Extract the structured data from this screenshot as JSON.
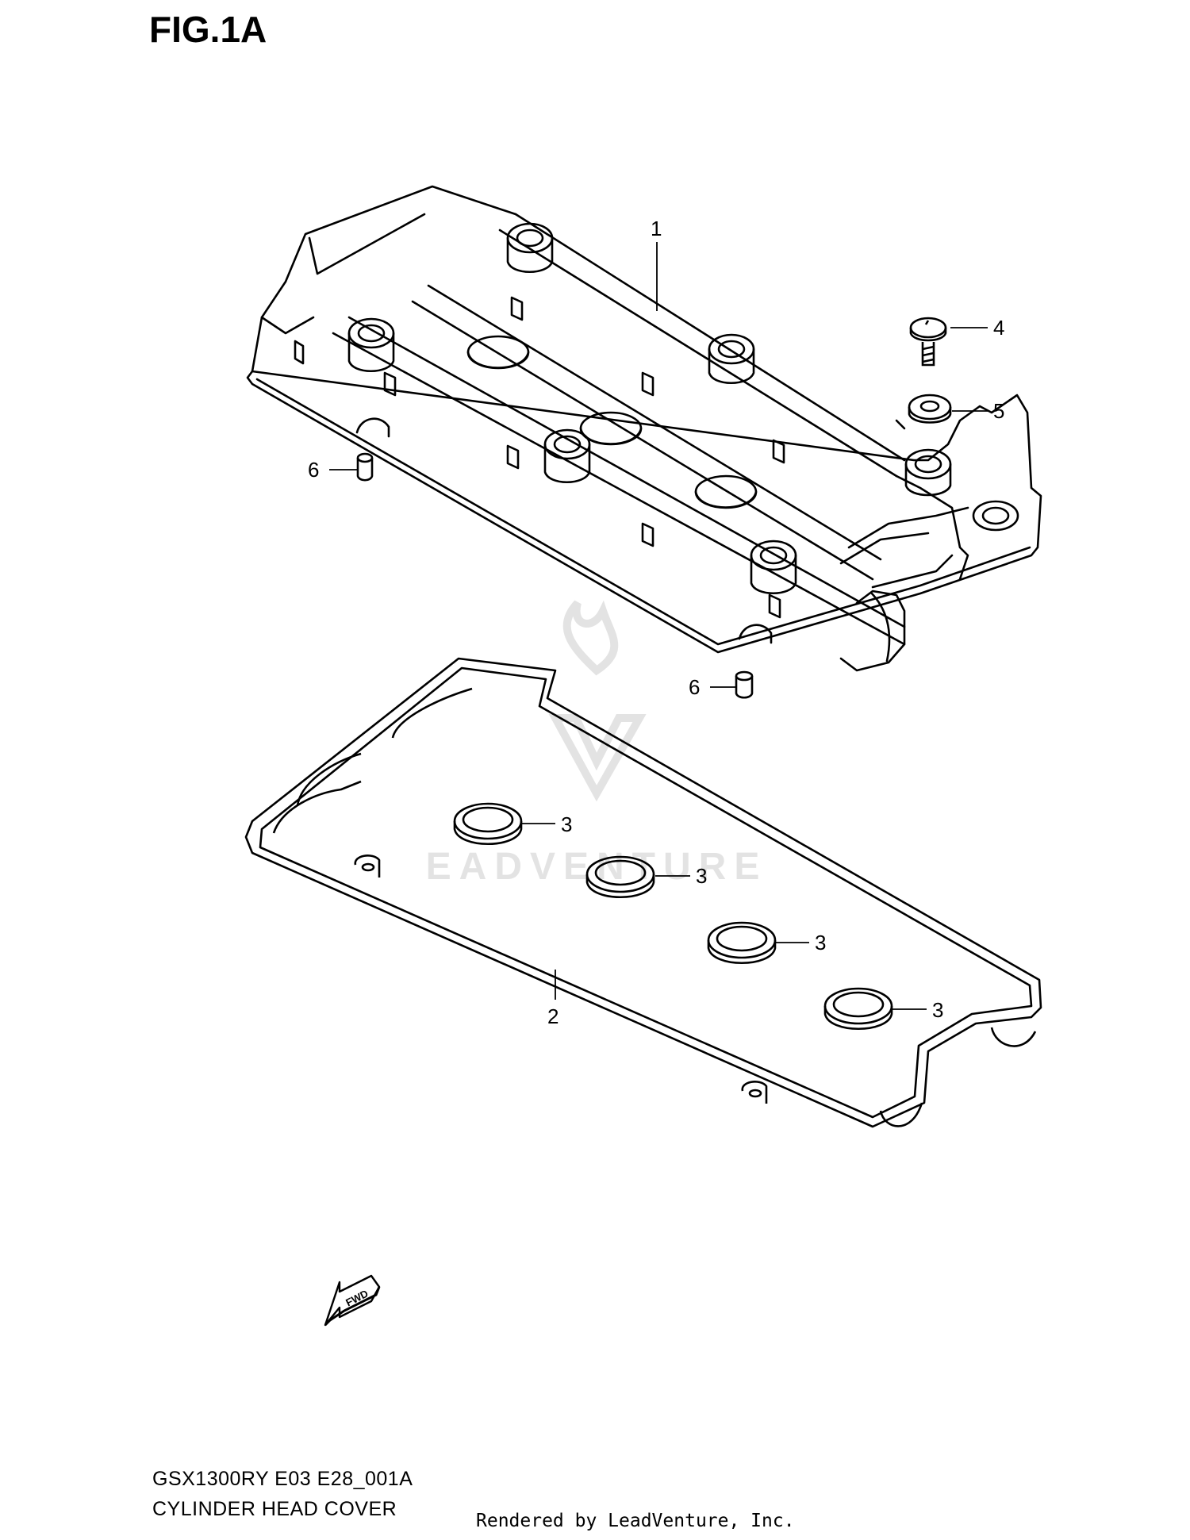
{
  "figure": {
    "title": "FIG.1A"
  },
  "callouts": [
    {
      "id": "c1",
      "label": "1"
    },
    {
      "id": "c2",
      "label": "2"
    },
    {
      "id": "c3a",
      "label": "3"
    },
    {
      "id": "c3b",
      "label": "3"
    },
    {
      "id": "c3c",
      "label": "3"
    },
    {
      "id": "c3d",
      "label": "3"
    },
    {
      "id": "c4",
      "label": "4"
    },
    {
      "id": "c5",
      "label": "5"
    },
    {
      "id": "c6a",
      "label": "6"
    },
    {
      "id": "c6b",
      "label": "6"
    }
  ],
  "fwd_arrow": {
    "label": "FWD"
  },
  "watermark": {
    "text": "EADVENTURE"
  },
  "footer": {
    "model_code": "GSX1300RY E03 E28_001A",
    "section_name": "CYLINDER HEAD COVER",
    "rendered_by": "Rendered by LeadVenture, Inc."
  },
  "colors": {
    "line": "#000000",
    "watermark": "#e6e6e6",
    "background": "#ffffff"
  }
}
